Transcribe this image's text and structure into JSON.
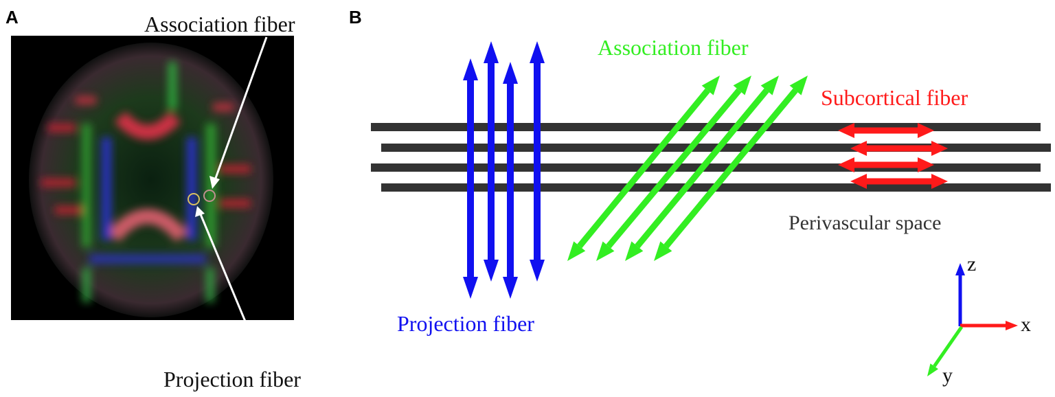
{
  "panel_a": {
    "label": "A",
    "association_label": "Association fiber",
    "projection_label": "Projection fiber"
  },
  "panel_b": {
    "label": "B",
    "association_label": "Association fiber",
    "subcortical_label": "Subcortical fiber",
    "perivascular_label": "Perivascular space",
    "projection_label": "Projection fiber",
    "axes": {
      "x": "x",
      "y": "y",
      "z": "z"
    }
  },
  "colors": {
    "projection": "#1010f0",
    "association": "#33ee22",
    "subcortical": "#ff1a1a",
    "vessel": "#333333"
  }
}
